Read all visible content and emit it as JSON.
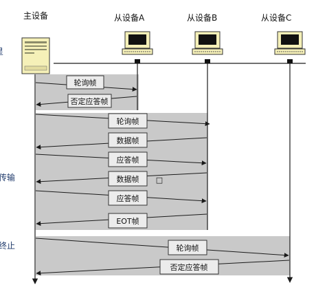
{
  "devices": {
    "master": "主设备",
    "slave_a": "从设备A",
    "slave_b": "从设备B",
    "slave_c": "从设备C"
  },
  "side_labels": {
    "top": "星",
    "middle": "传输",
    "bottom": "终止"
  },
  "frames": {
    "poll_a": "轮询帧",
    "nak_a": "否定应答帧",
    "poll_b": "轮询帧",
    "data_1": "数据帧",
    "ack_1": "应答帧",
    "data_2": "数据帧",
    "ack_2": "应答帧",
    "eot": "EOT帧",
    "poll_c": "轮询帧",
    "nak_c": "否定应答帧"
  },
  "stray_mark": "□",
  "colors": {
    "band": "#c9c9c9",
    "terminal": "#f5f0b8",
    "line": "#1a1a1a"
  }
}
